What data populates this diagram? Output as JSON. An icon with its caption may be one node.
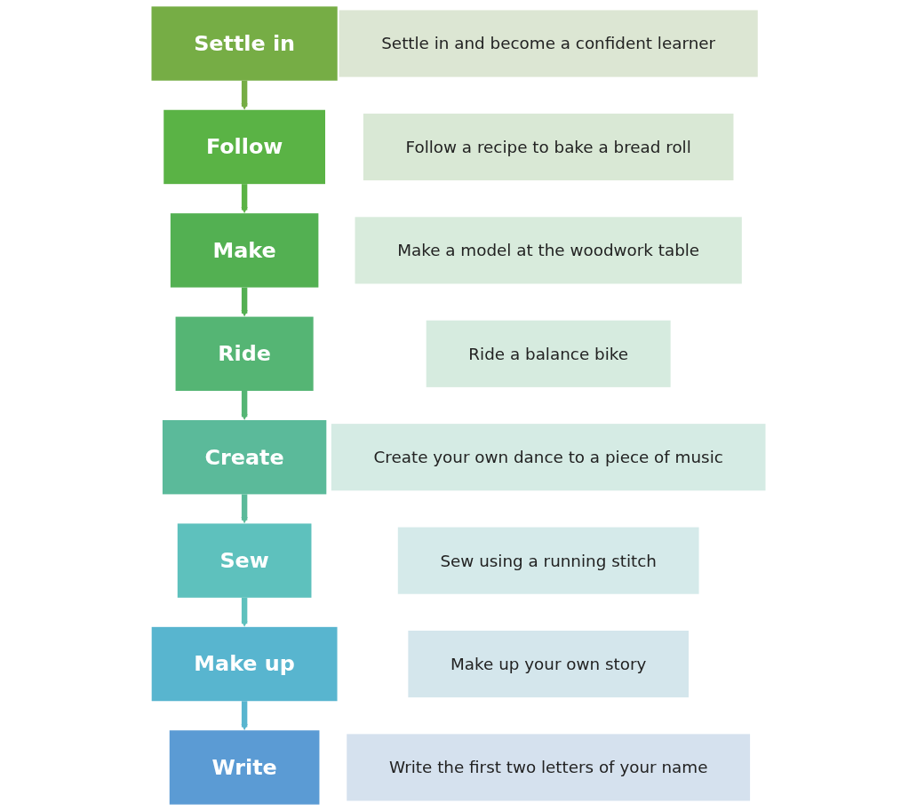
{
  "diagram": {
    "nodes": [
      {
        "text": [
          "Settle in"
        ]
      },
      {
        "text": [
          "Settle in and become a confident learner"
        ]
      },
      {
        "text": [
          "Follow"
        ]
      },
      {
        "text": [
          "Follow a recipe to bake a bread roll"
        ]
      },
      {
        "text": [
          "Make"
        ]
      },
      {
        "text": [
          "Make a model at the woodwork table"
        ]
      },
      {
        "text": [
          "Ride"
        ]
      },
      {
        "text": [
          "Ride a balance bike"
        ]
      },
      {
        "text": [
          "Create"
        ]
      },
      {
        "text": [
          "Create your own dance to a piece of music"
        ]
      },
      {
        "text": [
          "Sew"
        ]
      },
      {
        "text": [
          "Sew using a running stitch"
        ]
      },
      {
        "text": [
          "Make up"
        ]
      },
      {
        "text": [
          "Make up your own story"
        ]
      },
      {
        "text": [
          "Write"
        ]
      },
      {
        "text": [
          "Write the first two letters of your name"
        ]
      }
    ],
    "edges": [
      {
        "from": 0,
        "to": 2,
        "arrow": "to",
        "color": "#76ad45"
      },
      {
        "from": 2,
        "to": 4,
        "arrow": "to",
        "color": "#5ab345"
      },
      {
        "from": 4,
        "to": 6,
        "arrow": "to",
        "color": "#53b052"
      },
      {
        "from": 6,
        "to": 8,
        "arrow": "to",
        "color": "#55b574"
      },
      {
        "from": 8,
        "to": 10,
        "arrow": "to",
        "color": "#5bba9a"
      },
      {
        "from": 10,
        "to": 12,
        "arrow": "to",
        "color": "#5ec1bd"
      },
      {
        "from": 12,
        "to": 14,
        "arrow": "to",
        "color": "#58b5cf"
      }
    ]
  }
}
